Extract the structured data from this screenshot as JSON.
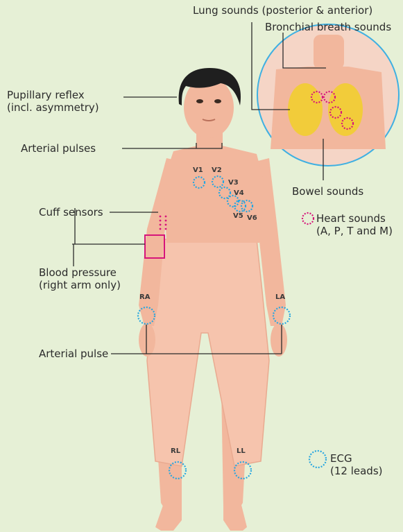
{
  "labels": {
    "lung_sounds": "Lung sounds (posterior & anterior)",
    "bronchial": "Bronchial breath sounds",
    "pupillary_1": "Pupillary reflex",
    "pupillary_2": "(incl. asymmetry)",
    "arterial_pulses": "Arterial pulses",
    "bowel_sounds": "Bowel sounds",
    "heart_sounds_1": "Heart sounds",
    "heart_sounds_2": "(A, P, T and M)",
    "cuff_sensors": "Cuff sensors",
    "bp_1": "Blood pressure",
    "bp_2": "(right arm only)",
    "arterial_pulse": "Arterial pulse",
    "ecg_1": "ECG",
    "ecg_2": "(12 leads)"
  },
  "leads": {
    "v1": "V1",
    "v2": "V2",
    "v3": "V3",
    "v4": "V4",
    "v5": "V5",
    "v6": "V6",
    "ra": "RA",
    "la": "LA",
    "rl": "RL",
    "ll": "LL"
  },
  "colors": {
    "background": "#e6f0d6",
    "skin": "#f2b79d",
    "clothing": "#f3c0a8",
    "hair": "#1f1f1f",
    "ecg_marker": "#27a6e0",
    "heart_marker": "#d6157a",
    "lung_fill": "#f2cc3a",
    "inset_border": "#3fb0e2",
    "line": "#2b2b2b"
  }
}
